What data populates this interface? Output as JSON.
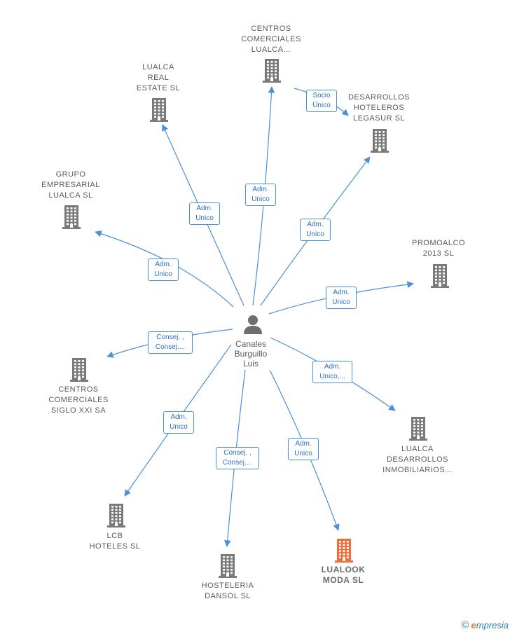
{
  "center": {
    "label": "Canales\nBurguillo\nLuis",
    "icon": "person-icon"
  },
  "nodes": [
    {
      "id": "centros-comerciales-lualca",
      "label": "CENTROS\nCOMERCIALES\nLUALCA...",
      "icon": "building-icon"
    },
    {
      "id": "lualca-real-estate",
      "label": "LUALCA\nREAL\nESTATE  SL",
      "icon": "building-icon"
    },
    {
      "id": "desarrollos-hoteleros-legasur",
      "label": "DESARROLLOS\nHOTELEROS\nLEGASUR  SL",
      "icon": "building-icon"
    },
    {
      "id": "grupo-empresarial-lualca",
      "label": "GRUPO\nEMPRESARIAL\nLUALCA  SL",
      "icon": "building-icon"
    },
    {
      "id": "promoalco-2013",
      "label": "PROMOALCO\n2013  SL",
      "icon": "building-icon"
    },
    {
      "id": "centros-comerciales-siglo-xxi",
      "label": "CENTROS\nCOMERCIALES\nSIGLO XXI SA",
      "icon": "building-icon"
    },
    {
      "id": "lualca-desarrollos-inmobiliarios",
      "label": "LUALCA\nDESARROLLOS\nINMOBILIARIOS...",
      "icon": "building-icon"
    },
    {
      "id": "lcb-hoteles",
      "label": "LCB\nHOTELES  SL",
      "icon": "building-icon"
    },
    {
      "id": "hosteleria-dansol",
      "label": "HOSTELERIA\nDANSOL SL",
      "icon": "building-icon"
    },
    {
      "id": "lualook-moda",
      "label": "LUALOOK\nMODA  SL",
      "icon": "building-icon",
      "highlight": true
    }
  ],
  "edges": [
    {
      "to": "centros-comerciales-lualca",
      "label": "Adm.\nUnico"
    },
    {
      "to": "lualca-real-estate",
      "label": "Adm.\nUnico"
    },
    {
      "to": "desarrollos-hoteleros-legasur",
      "label": "Adm.\nUnico"
    },
    {
      "to": "grupo-empresarial-lualca",
      "label": "Adm.\nUnico"
    },
    {
      "to": "promoalco-2013",
      "label": "Adm.\nUnico"
    },
    {
      "to": "centros-comerciales-siglo-xxi",
      "label": "Consej. ,\nConsej...."
    },
    {
      "to": "lualca-desarrollos-inmobiliarios",
      "label": "Adm.\nUnico,..."
    },
    {
      "to": "lcb-hoteles",
      "label": "Adm.\nUnico"
    },
    {
      "to": "hosteleria-dansol",
      "label": "Consej. ,\nConsej...."
    },
    {
      "to": "lualook-moda",
      "label": "Adm.\nUnico"
    }
  ],
  "secondary_edges": [
    {
      "from": "centros-comerciales-lualca",
      "to": "desarrollos-hoteleros-legasur",
      "label": "Socio\nÚnico"
    }
  ],
  "colors": {
    "edge": "#4a90d9",
    "building": "#7a7a7a",
    "building_highlight": "#f26c3c",
    "person": "#6e6e6e"
  },
  "footer": {
    "copyright": "©",
    "brand_initial": "e",
    "brand_rest": "mpresia"
  }
}
